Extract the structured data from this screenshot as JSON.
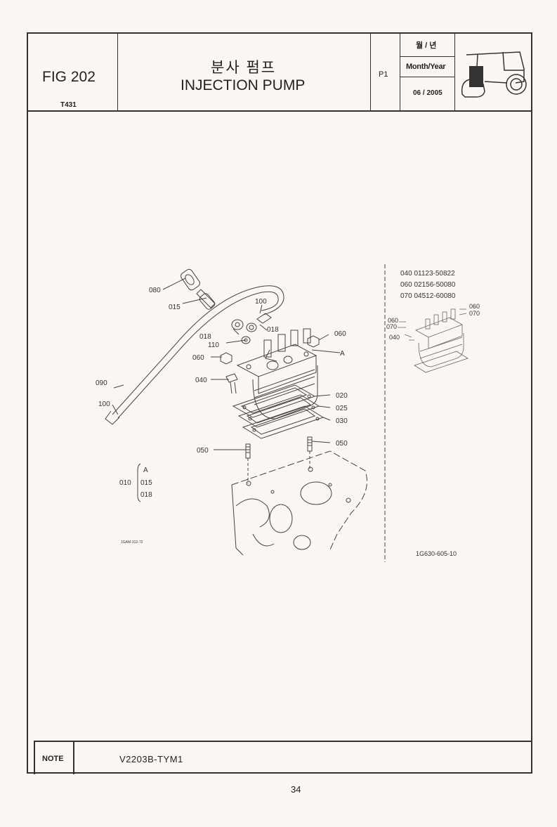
{
  "header": {
    "fig": "FIG 202",
    "model_code": "T431",
    "title_ko": "분사 펌프",
    "title_en": "INJECTION PUMP",
    "page_code": "P1",
    "date_label_ko": "월 / 년",
    "date_label_en": "Month/Year",
    "date_value": "06 / 2005"
  },
  "diagram": {
    "callouts": {
      "c080": "080",
      "c015": "015",
      "c100a": "100",
      "c018a": "018",
      "c018b": "018",
      "c110": "110",
      "c060a": "060",
      "c060b": "060",
      "cA": "A",
      "c040": "040",
      "c090": "090",
      "c100b": "100",
      "c020": "020",
      "c025": "025",
      "c030": "030",
      "c050a": "050",
      "c050b": "050"
    },
    "kit": {
      "a": "A",
      "parent": "010",
      "b": "015",
      "c": "018"
    },
    "small_ref": "1GAM-312-72",
    "inset": {
      "l1": "040 01123-50822",
      "l2": "060 02156-50080",
      "l3": "070 04512-60080",
      "r060": "060",
      "r070": "070",
      "l060": "060",
      "l070": "070",
      "l040": "040",
      "ref": "1G630-605-10"
    }
  },
  "footer": {
    "note_label": "NOTE",
    "note_value": "V2203B-TYM1",
    "page_number": "34"
  }
}
